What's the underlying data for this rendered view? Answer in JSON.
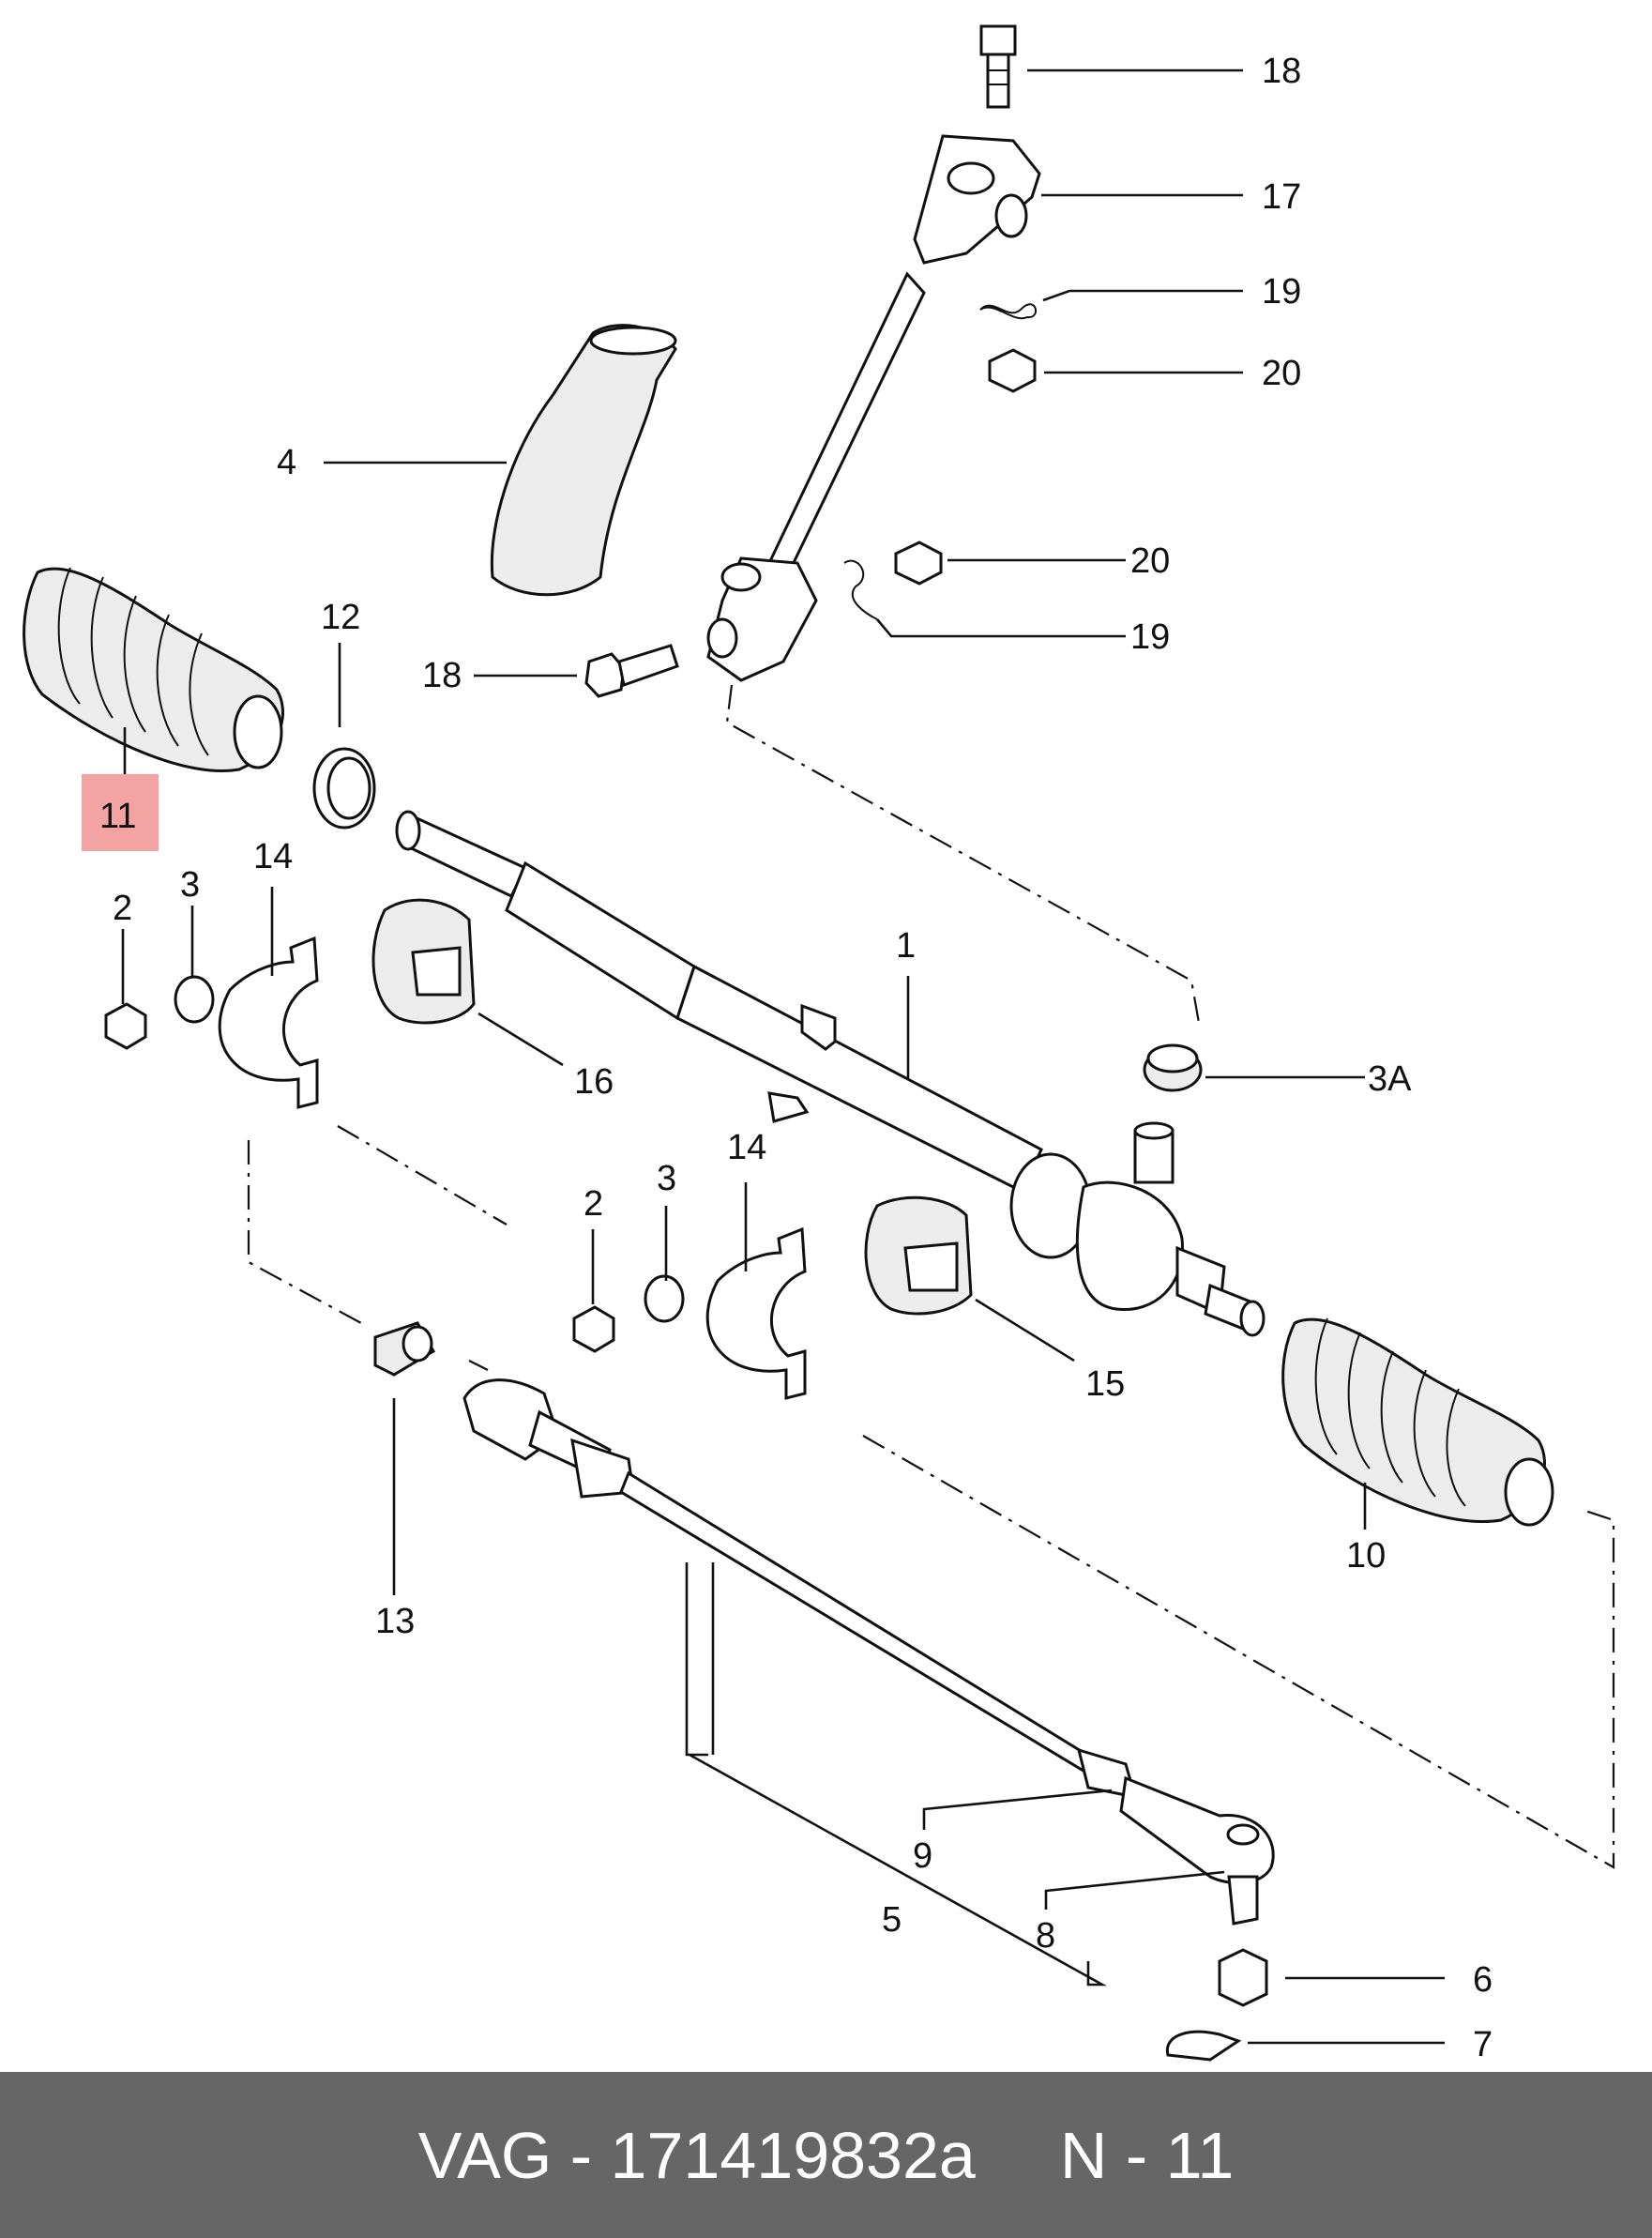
{
  "diagram": {
    "highlight_color": "#f4a3a3",
    "callouts": [
      {
        "key": "c18a",
        "text": "18"
      },
      {
        "key": "c17",
        "text": "17"
      },
      {
        "key": "c19a",
        "text": "19"
      },
      {
        "key": "c20a",
        "text": "20"
      },
      {
        "key": "c4",
        "text": "4"
      },
      {
        "key": "c20b",
        "text": "20"
      },
      {
        "key": "c19b",
        "text": "19"
      },
      {
        "key": "c12",
        "text": "12"
      },
      {
        "key": "c18b",
        "text": "18"
      },
      {
        "key": "c11",
        "text": "11"
      },
      {
        "key": "c14a",
        "text": "14"
      },
      {
        "key": "c3a",
        "text": "3"
      },
      {
        "key": "c2a",
        "text": "2"
      },
      {
        "key": "c1",
        "text": "1"
      },
      {
        "key": "c16",
        "text": "16"
      },
      {
        "key": "c3A",
        "text": "3A"
      },
      {
        "key": "c14b",
        "text": "14"
      },
      {
        "key": "c3b",
        "text": "3"
      },
      {
        "key": "c2b",
        "text": "2"
      },
      {
        "key": "c15",
        "text": "15"
      },
      {
        "key": "c10",
        "text": "10"
      },
      {
        "key": "c13",
        "text": "13"
      },
      {
        "key": "c9",
        "text": "9"
      },
      {
        "key": "c5",
        "text": "5"
      },
      {
        "key": "c8",
        "text": "8"
      },
      {
        "key": "c6",
        "text": "6"
      },
      {
        "key": "c7",
        "text": "7"
      }
    ]
  },
  "footer": {
    "part_ref": "VAG - 171419832a",
    "diagram_ref": "N - 11",
    "background": "#666666"
  }
}
